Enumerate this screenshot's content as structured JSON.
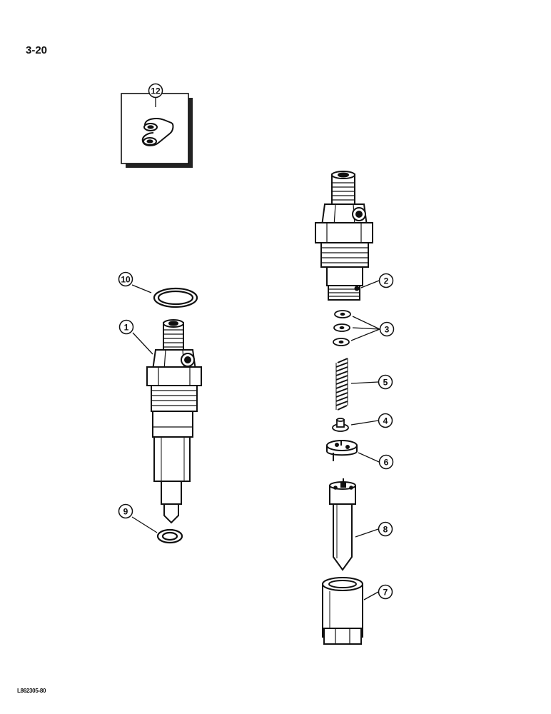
{
  "page": {
    "number": "3-20",
    "figure_code": "L862305-80"
  },
  "callouts": [
    {
      "id": "c1",
      "label": "1"
    },
    {
      "id": "c2",
      "label": "2"
    },
    {
      "id": "c3",
      "label": "3"
    },
    {
      "id": "c4",
      "label": "4"
    },
    {
      "id": "c5",
      "label": "5"
    },
    {
      "id": "c6",
      "label": "6"
    },
    {
      "id": "c7",
      "label": "7"
    },
    {
      "id": "c8",
      "label": "8"
    },
    {
      "id": "c9",
      "label": "9"
    },
    {
      "id": "c10",
      "label": "10"
    },
    {
      "id": "c12",
      "label": "12"
    }
  ]
}
